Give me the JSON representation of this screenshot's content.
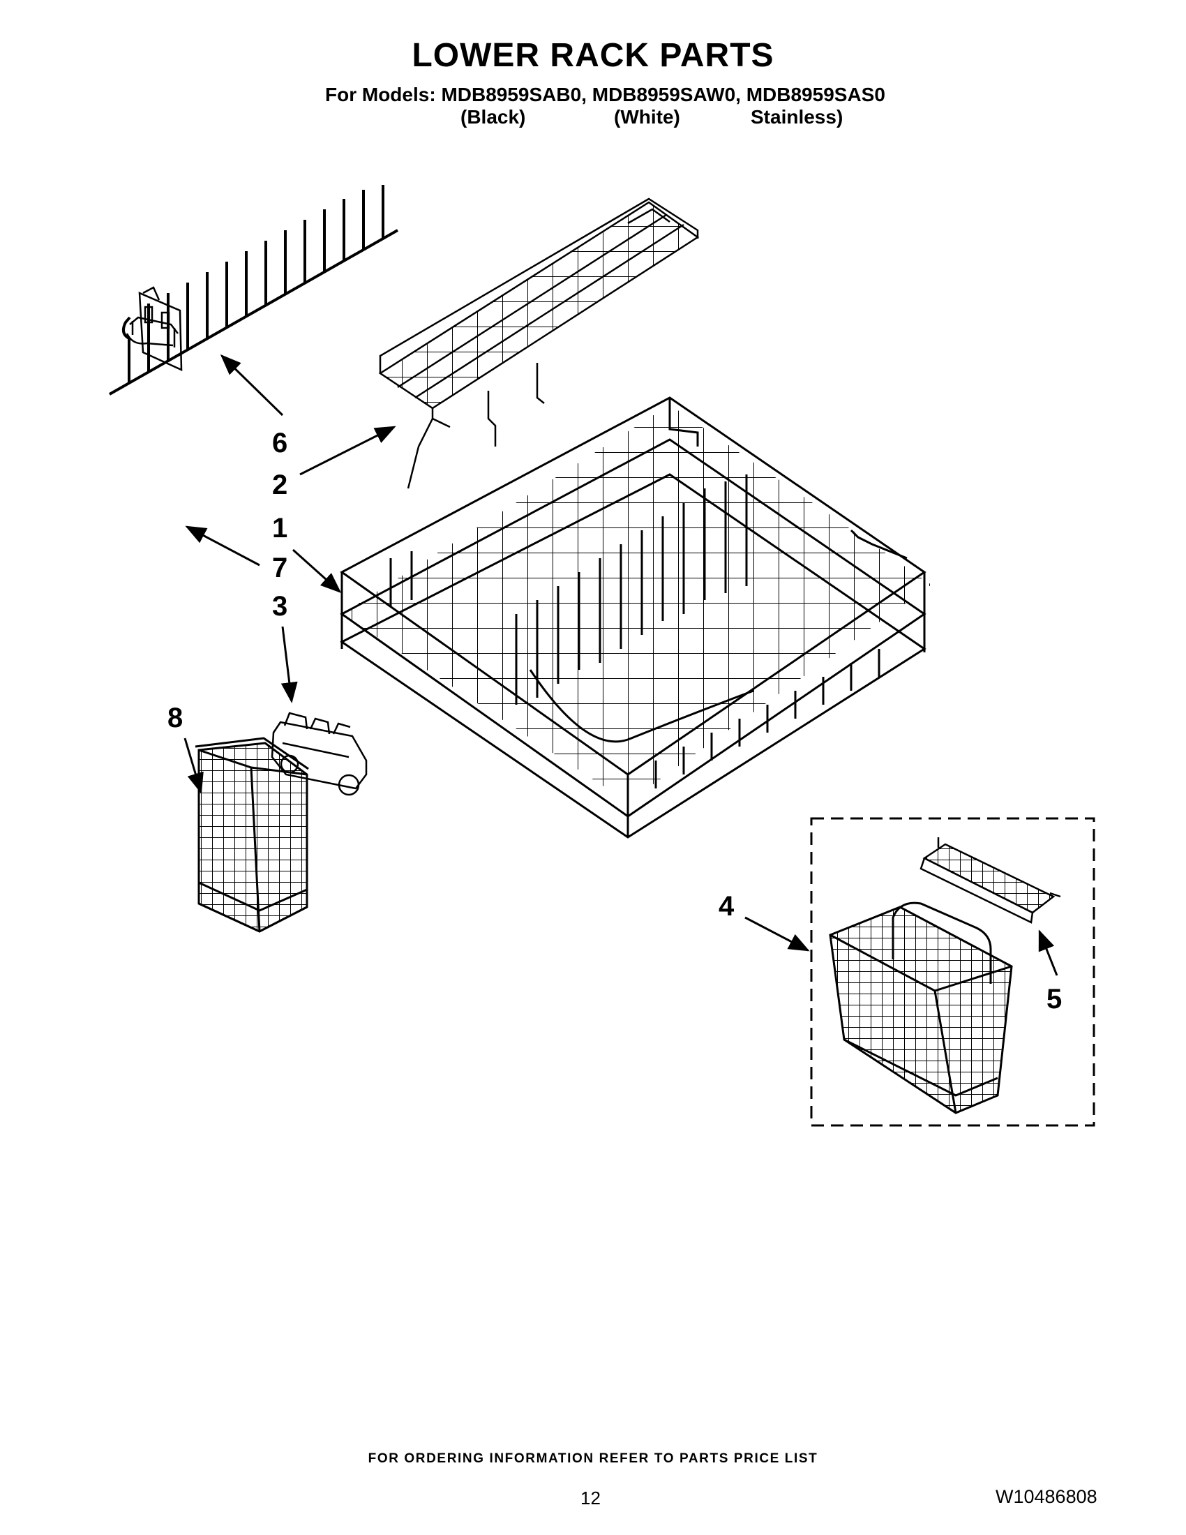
{
  "header": {
    "title": "LOWER RACK PARTS",
    "models_line": "For Models: MDB8959SAB0, MDB8959SAW0, MDB8959SAS0",
    "finishes": [
      "(Black)",
      "(White)",
      "Stainless)"
    ]
  },
  "callouts": [
    "1",
    "2",
    "3",
    "4",
    "5",
    "6",
    "7",
    "8"
  ],
  "footer": {
    "note": "FOR ORDERING INFORMATION REFER TO PARTS PRICE LIST",
    "page_number": "12",
    "doc_number": "W10486808"
  }
}
